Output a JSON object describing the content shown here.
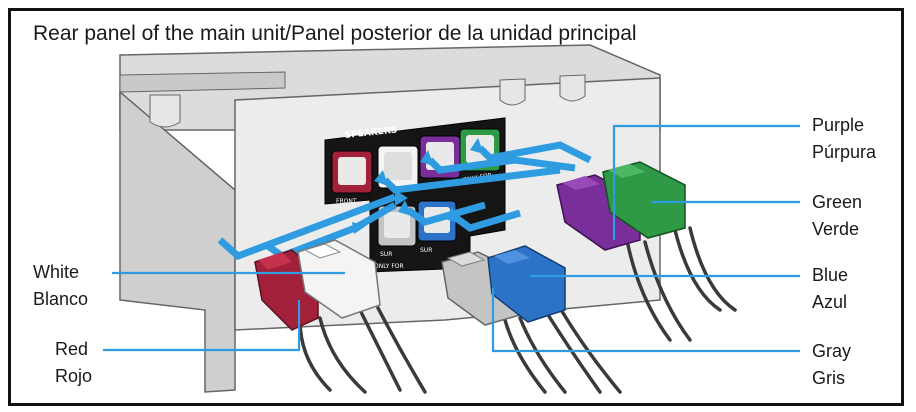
{
  "title": "Rear panel of the main unit/Panel posterior de la unidad principal",
  "panel": {
    "speakers_label": "SPEAKERS",
    "front_label": "FRONT",
    "only_for_label": "ONLY FOR",
    "sur_label": "SUR"
  },
  "callouts": {
    "purple": {
      "en": "Purple",
      "es": "Púrpura"
    },
    "green": {
      "en": "Green",
      "es": "Verde"
    },
    "white": {
      "en": "White",
      "es": "Blanco"
    },
    "blue": {
      "en": "Blue",
      "es": "Azul"
    },
    "red": {
      "en": "Red",
      "es": "Rojo"
    },
    "gray": {
      "en": "Gray",
      "es": "Gris"
    }
  },
  "colors": {
    "arrow": "#2f9be0",
    "purple": "#7a2e9a",
    "green": "#2e9a46",
    "white": "#f4f4f4",
    "blue": "#2c73c8",
    "red": "#a3203a",
    "gray": "#c4c4c4",
    "cable": "#3a3a3a",
    "leader": "#2f9be0"
  }
}
